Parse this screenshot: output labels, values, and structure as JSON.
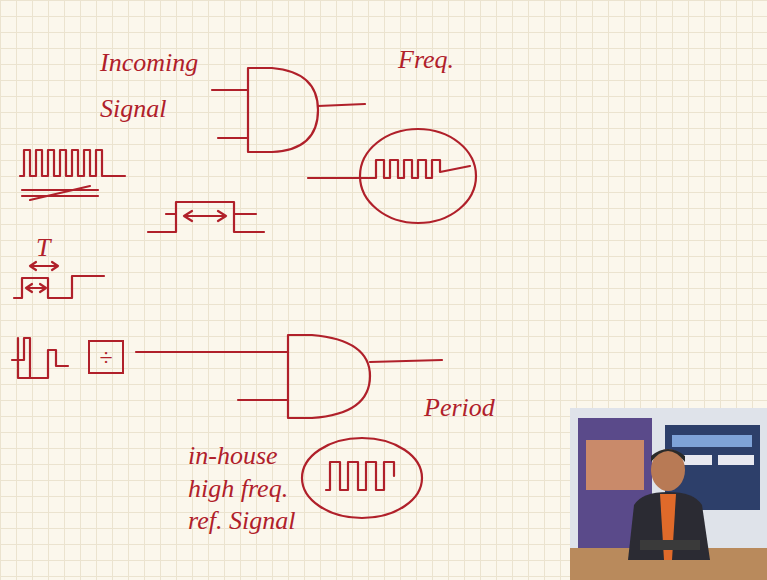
{
  "diagram": {
    "nodes": [
      {
        "text": [
          "÷"
        ]
      }
    ],
    "labels": [
      "Incoming Signal",
      "Freq.",
      "T",
      "Period",
      "in-house high freq. ref. Signal"
    ]
  }
}
